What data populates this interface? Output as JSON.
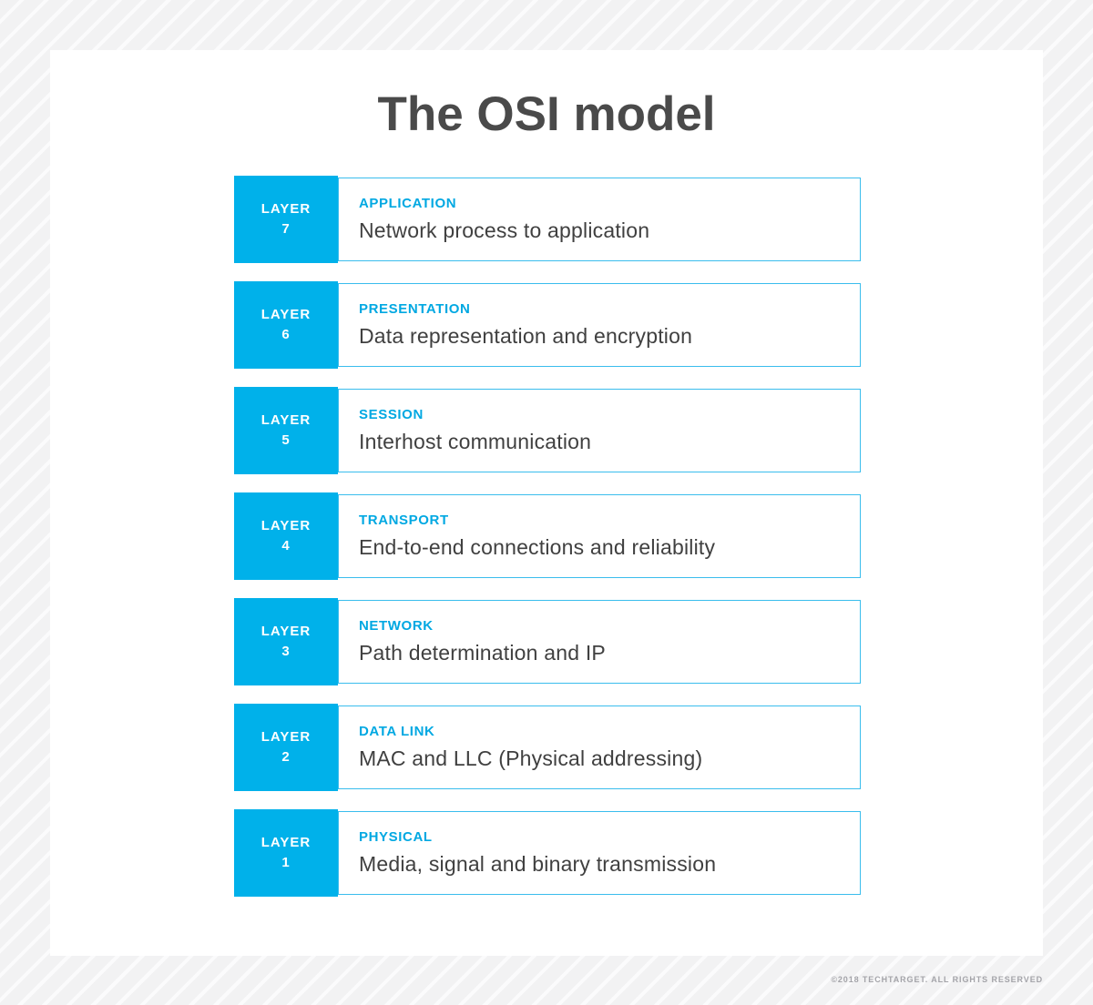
{
  "title": "The OSI model",
  "footer": "©2018 TECHTARGET. ALL RIGHTS RESERVED",
  "colors": {
    "accent": "#00b1ea",
    "box_border": "#3abded",
    "title": "#4a4a4a",
    "description": "#404040",
    "layer_name": "#00a8e2",
    "layer_label": "#ffffff",
    "footer": "#a4a4a9",
    "background": "#f2f2f3",
    "background_stripe": "#fbfbfc",
    "card": "#ffffff"
  },
  "layers": [
    {
      "layer_word": "LAYER",
      "number": "7",
      "name": "APPLICATION",
      "description": "Network process to application"
    },
    {
      "layer_word": "LAYER",
      "number": "6",
      "name": "PRESENTATION",
      "description": "Data representation and encryption"
    },
    {
      "layer_word": "LAYER",
      "number": "5",
      "name": "SESSION",
      "description": "Interhost communication"
    },
    {
      "layer_word": "LAYER",
      "number": "4",
      "name": "TRANSPORT",
      "description": "End-to-end connections and reliability"
    },
    {
      "layer_word": "LAYER",
      "number": "3",
      "name": "NETWORK",
      "description": "Path determination and IP"
    },
    {
      "layer_word": "LAYER",
      "number": "2",
      "name": "DATA LINK",
      "description": "MAC and LLC (Physical addressing)"
    },
    {
      "layer_word": "LAYER",
      "number": "1",
      "name": "PHYSICAL",
      "description": "Media, signal and binary transmission"
    }
  ]
}
